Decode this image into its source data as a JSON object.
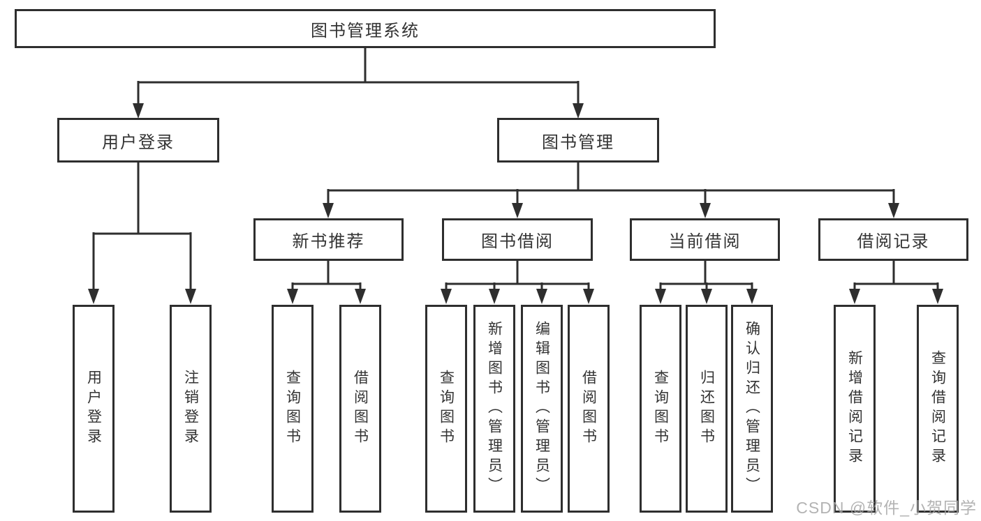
{
  "diagram": {
    "root": {
      "label": "图书管理系统"
    },
    "level2": [
      {
        "label": "用户登录"
      },
      {
        "label": "图书管理"
      }
    ],
    "level3": [
      {
        "label": "新书推荐"
      },
      {
        "label": "图书借阅"
      },
      {
        "label": "当前借阅"
      },
      {
        "label": "借阅记录"
      }
    ],
    "level4": {
      "user_login": [
        {
          "label": "用户登录"
        },
        {
          "label": "注销登录"
        }
      ],
      "new_books": [
        {
          "label": "查询图书"
        },
        {
          "label": "借阅图书"
        }
      ],
      "book_borrow": [
        {
          "label": "查询图书"
        },
        {
          "label": "新增图书（管理员）"
        },
        {
          "label": "编辑图书（管理员）"
        },
        {
          "label": "借阅图书"
        }
      ],
      "current_borrow": [
        {
          "label": "查询图书"
        },
        {
          "label": "归还图书"
        },
        {
          "label": "确认归还（管理员）"
        }
      ],
      "borrow_records": [
        {
          "label": "新增借阅记录"
        },
        {
          "label": "查询借阅记录"
        }
      ]
    },
    "watermark": "CSDN @软件_小贺同学",
    "colors": {
      "line": "#2e2e2e",
      "text": "#333333",
      "watermark": "#a6a6a6",
      "background": "#ffffff"
    }
  }
}
